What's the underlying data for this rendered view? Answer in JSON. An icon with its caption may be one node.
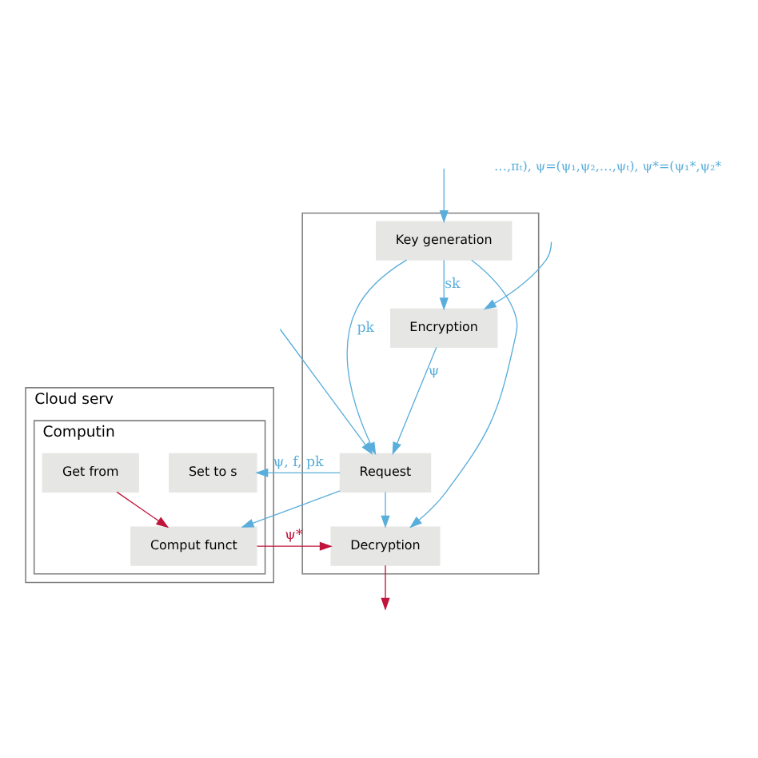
{
  "diagram": {
    "nodes": [
      {
        "text": [],
        "shape": "box"
      },
      {
        "text": [
          "Key generation"
        ],
        "in": 0
      },
      {
        "text": [
          "Encryption"
        ],
        "in": 0
      },
      {
        "text": [
          "Request"
        ],
        "in": 0
      },
      {
        "text": [
          "Decryption"
        ],
        "in": 0
      },
      {
        "text": [
          "Cloud serv"
        ]
      },
      {
        "text": [
          "Computin"
        ],
        "in": 5
      },
      {
        "text": [
          "Set to s"
        ],
        "in": 6
      },
      {
        "text": [
          "Get from"
        ],
        "in": 6
      },
      {
        "text": [
          "Comput funct"
        ],
        "in": 6
      }
    ],
    "edges": [
      {
        "from": null,
        "to": 1,
        "arrow": "to"
      },
      {
        "from": null,
        "to": 2,
        "arrow": "to"
      },
      {
        "from": null,
        "to": 3,
        "arrow": "to"
      },
      {
        "from": 1,
        "to": 2,
        "arrow": "to",
        "label": "sk"
      },
      {
        "from": 1,
        "to": 4,
        "arrow": "to"
      },
      {
        "from": 1,
        "to": 3,
        "arrow": "to",
        "label": "pk"
      },
      {
        "from": 2,
        "to": 3,
        "arrow": "to",
        "label": "ψ"
      },
      {
        "from": 3,
        "to": 4,
        "arrow": "to"
      },
      {
        "from": 3,
        "to": 7,
        "arrow": "to",
        "label": "ψ, f, pk"
      },
      {
        "from": 3,
        "to": 9,
        "arrow": "to"
      },
      {
        "from": 8,
        "to": 9,
        "arrow": "to",
        "color": "#c0143c"
      },
      {
        "from": 9,
        "to": 4,
        "arrow": "to",
        "label": "ψ*",
        "color": "#c0143c"
      },
      {
        "from": 4,
        "to": null,
        "arrow": "to",
        "color": "#c0143c"
      }
    ],
    "labels": [
      "…,πₜ), ψ=(ψ₁,ψ₂,…,ψₜ), ψ*=(ψ₁*,ψ₂*"
    ]
  }
}
